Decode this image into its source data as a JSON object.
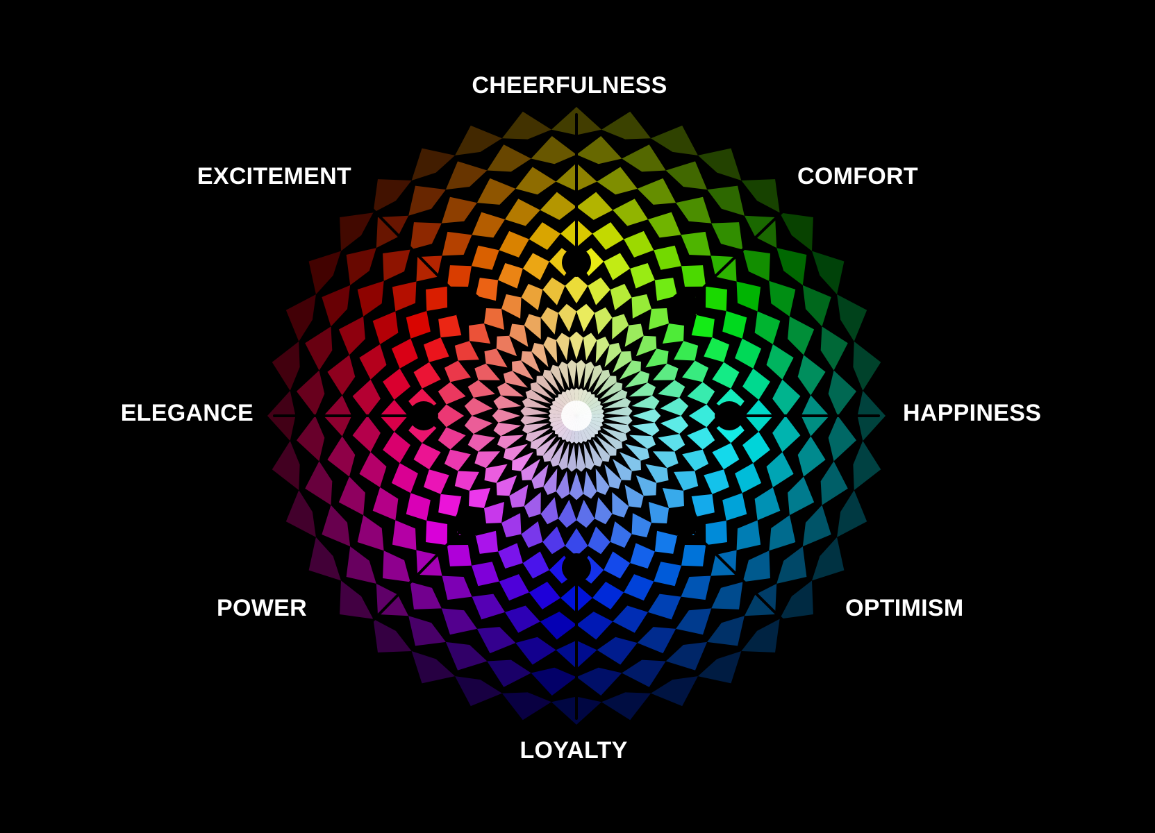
{
  "background_color": "#000000",
  "wheel": {
    "type": "color-wheel",
    "sectors": 36,
    "rings": 11,
    "center_color": "#ffffff"
  },
  "emotions": [
    {
      "label": "CHEERFULNESS",
      "direction": "top"
    },
    {
      "label": "COMFORT",
      "direction": "top-right"
    },
    {
      "label": "HAPPINESS",
      "direction": "right"
    },
    {
      "label": "OPTIMISM",
      "direction": "bottom-right"
    },
    {
      "label": "LOYALTY",
      "direction": "bottom"
    },
    {
      "label": "POWER",
      "direction": "bottom-left"
    },
    {
      "label": "ELEGANCE",
      "direction": "left"
    },
    {
      "label": "EXCITEMENT",
      "direction": "top-left"
    }
  ]
}
